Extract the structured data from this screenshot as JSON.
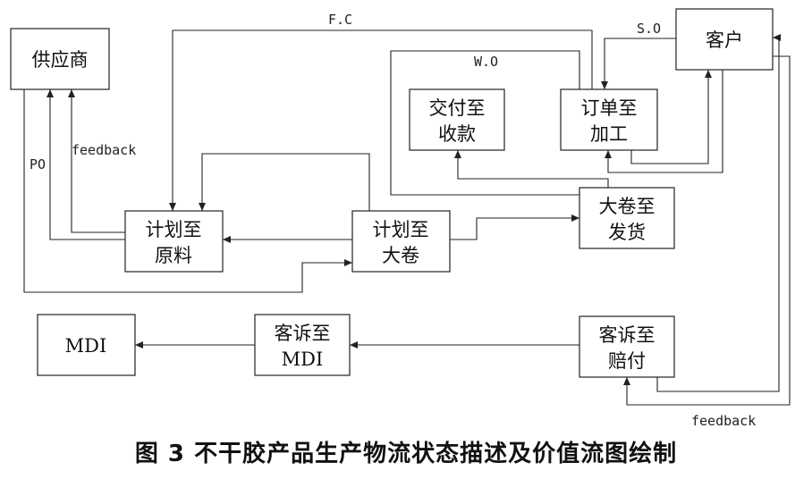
{
  "nodes": {
    "supplier": {
      "line1": "供应商"
    },
    "customer": {
      "line1": "客户"
    },
    "deliver_collect": {
      "line1": "交付至",
      "line2": "收款"
    },
    "order_process": {
      "line1": "订单至",
      "line2": "加工"
    },
    "plan_material": {
      "line1": "计划至",
      "line2": "原料"
    },
    "plan_roll": {
      "line1": "计划至",
      "line2": "大卷"
    },
    "roll_ship": {
      "line1": "大卷至",
      "line2": "发货"
    },
    "mdi": {
      "line1": "MDI"
    },
    "complaint_mdi": {
      "line1": "客诉至",
      "line2": "MDI"
    },
    "complaint_pay": {
      "line1": "客诉至",
      "line2": "赔付"
    }
  },
  "edge_labels": {
    "fc": "F.C",
    "so": "S.O",
    "wo": "W.O",
    "po": "PO",
    "feedback_left": "feedback",
    "feedback_right": "feedback"
  },
  "caption": {
    "figure": "图 3",
    "title": "不干胶产品生产物流状态描述及价值流图绘制"
  }
}
